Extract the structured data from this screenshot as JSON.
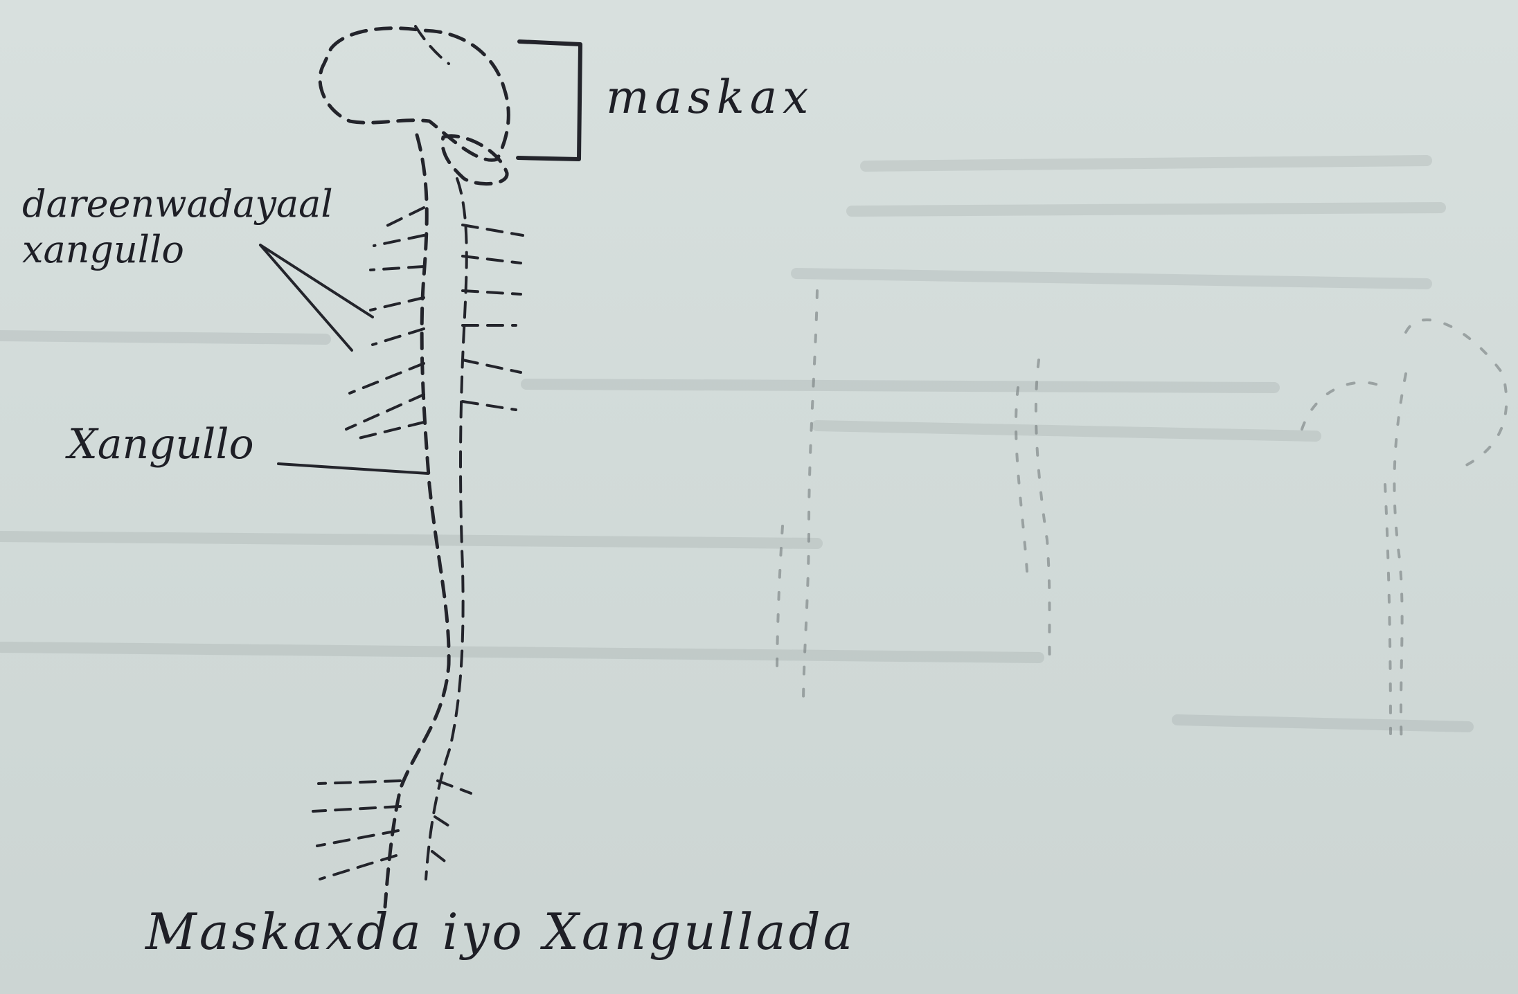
{
  "labels": {
    "brain": "maskax",
    "nerves_line1": "dareenwadayaal",
    "nerves_line2": "xangullo",
    "spinal_cord": "Xangullo",
    "caption": "Maskaxda iyo Xangullada"
  },
  "colors": {
    "paper": "#d4dcda",
    "ink": "#23242b",
    "faint_ink": "#6c7374"
  }
}
